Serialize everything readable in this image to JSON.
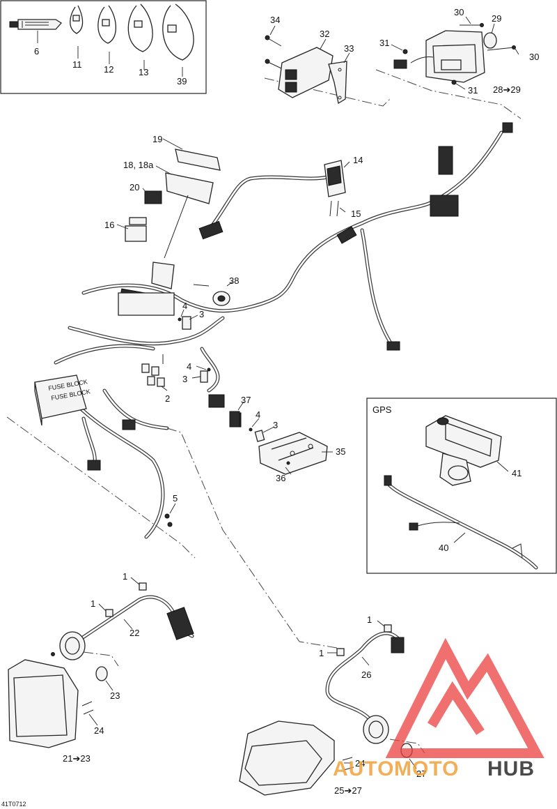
{
  "diagram_code": "41T0712",
  "gps_box_title": "GPS",
  "callouts": {
    "c6": "6",
    "c11": "11",
    "c12": "12",
    "c13": "13",
    "c39": "39",
    "c34": "34",
    "c32": "32",
    "c33": "33",
    "c30a": "30",
    "c29": "29",
    "c31a": "31",
    "c30b": "30",
    "c31b": "31",
    "c28_29": "28➔29",
    "c19": "19",
    "c18": "18, 18a",
    "c20": "20",
    "c16": "16",
    "c14": "14",
    "c15": "15",
    "c38": "38",
    "c4a": "4",
    "c3a": "3",
    "c4b": "4",
    "c3b": "3",
    "c2": "2",
    "c37": "37",
    "c4c": "4",
    "c3c": "3",
    "c35": "35",
    "c36": "36",
    "c5": "5",
    "c41": "41",
    "c40": "40",
    "c1a": "1",
    "c1b": "1",
    "c22": "22",
    "c23": "23",
    "c24a": "24",
    "c21_23": "21➔23",
    "c1c": "1",
    "c1d": "1",
    "c26": "26",
    "c24b": "24",
    "c27": "27",
    "c25_27": "25➔27"
  },
  "module_text": {
    "line1": "FUSE BLOCK",
    "line2": "FUSE BLOCK"
  },
  "watermark": {
    "part1": "AUTO",
    "part2": "MOTO",
    "part3": "HUB",
    "accent": "#e9403e",
    "orange": "#f0a23a"
  }
}
